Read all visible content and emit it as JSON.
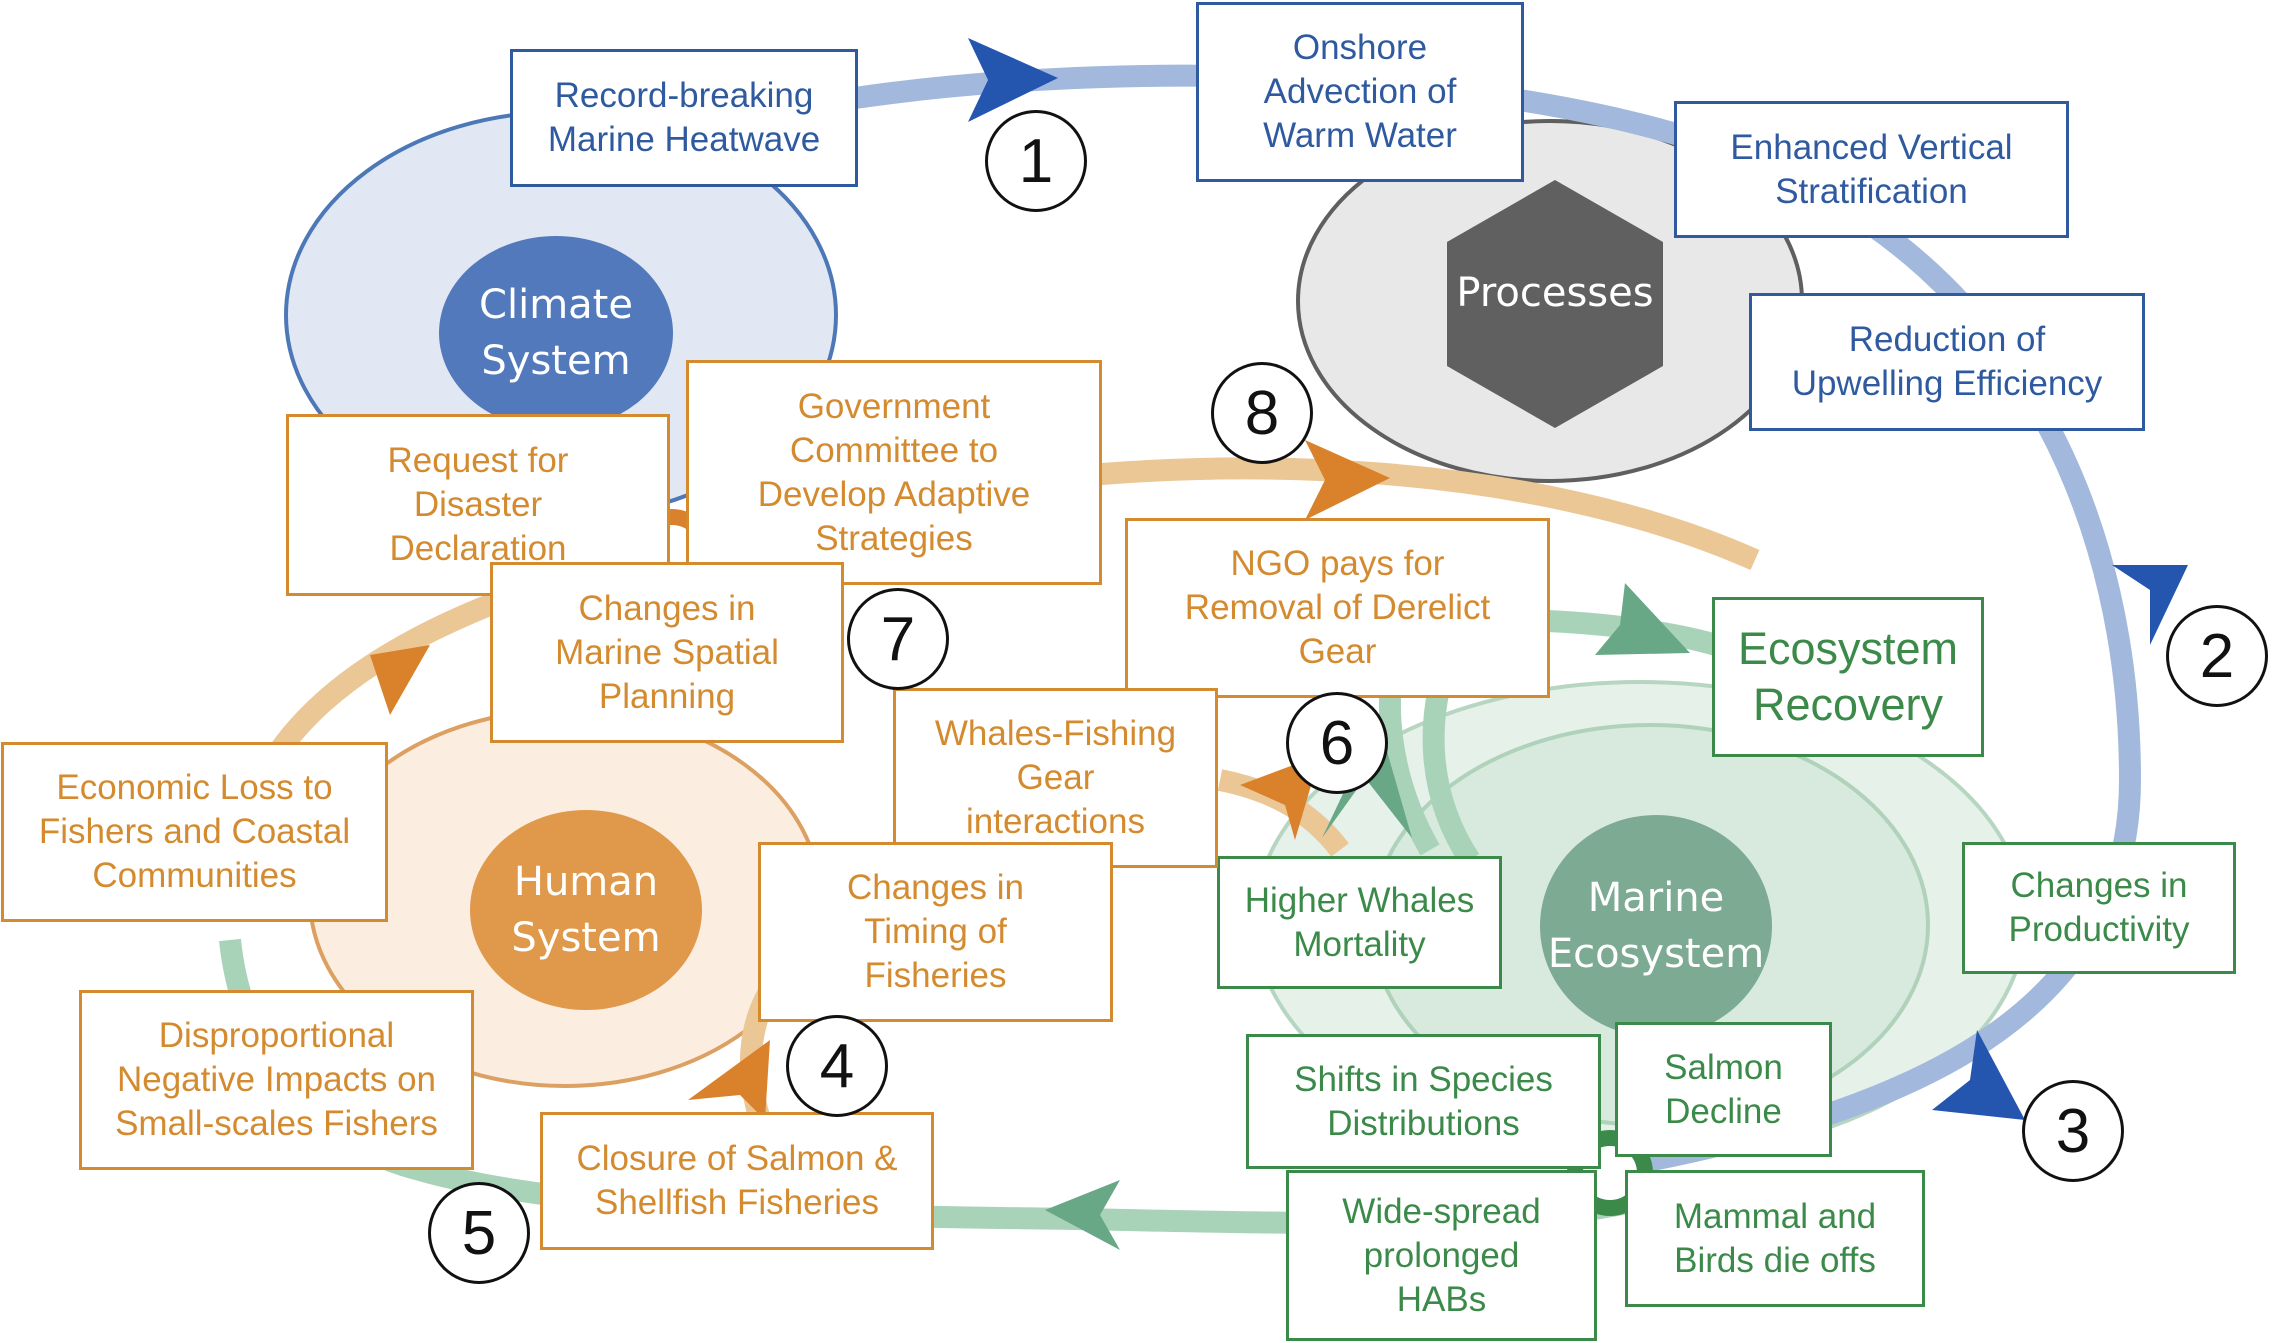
{
  "hubs": {
    "climate": "Climate\nSystem",
    "processes": "Processes",
    "human": "Human\nSystem",
    "marine": "Marine\nEcosystem"
  },
  "boxes": {
    "heatwave": "Record-breaking\nMarine Heatwave",
    "onshore": "Onshore\nAdvection of\nWarm Water",
    "stratification": "Enhanced Vertical\nStratification",
    "upwelling": "Reduction of\nUpwelling Efficiency",
    "productivity": "Changes in\nProductivity",
    "ecosystem_recovery": "Ecosystem\nRecovery",
    "whales_mortality": "Higher Whales\nMortality",
    "species_shift": "Shifts in Species\nDistributions",
    "salmon_decline": "Salmon\nDecline",
    "habs": "Wide-spread\nprolonged\nHABs",
    "mammals_birds": "Mammal and\nBirds die offs",
    "disaster": "Request for\nDisaster\nDeclaration",
    "committee": "Government\nCommittee to\nDevelop Adaptive\nStrategies",
    "ngo": "NGO pays for\nRemoval of Derelict\nGear",
    "spatial_planning": "Changes in\nMarine Spatial\nPlanning",
    "whales_gear": "Whales-Fishing\nGear\ninteractions",
    "economic_loss": "Economic Loss to\nFishers and Coastal\nCommunities",
    "timing": "Changes in\nTiming of\nFisheries",
    "disproportional": "Disproportional\nNegative Impacts on\nSmall-scales Fishers",
    "closure": "Closure of Salmon &\nShellfish Fisheries"
  },
  "steps": [
    "1",
    "2",
    "3",
    "4",
    "5",
    "6",
    "7",
    "8"
  ],
  "colors": {
    "blue_text": "#2f5aa0",
    "orange_text": "#d48a2e",
    "green_text": "#3b8a4a",
    "climate_hub": "#5279bb",
    "human_hub": "#e0994a",
    "marine_hub": "#7daa92",
    "processes_hex": "#606060"
  }
}
